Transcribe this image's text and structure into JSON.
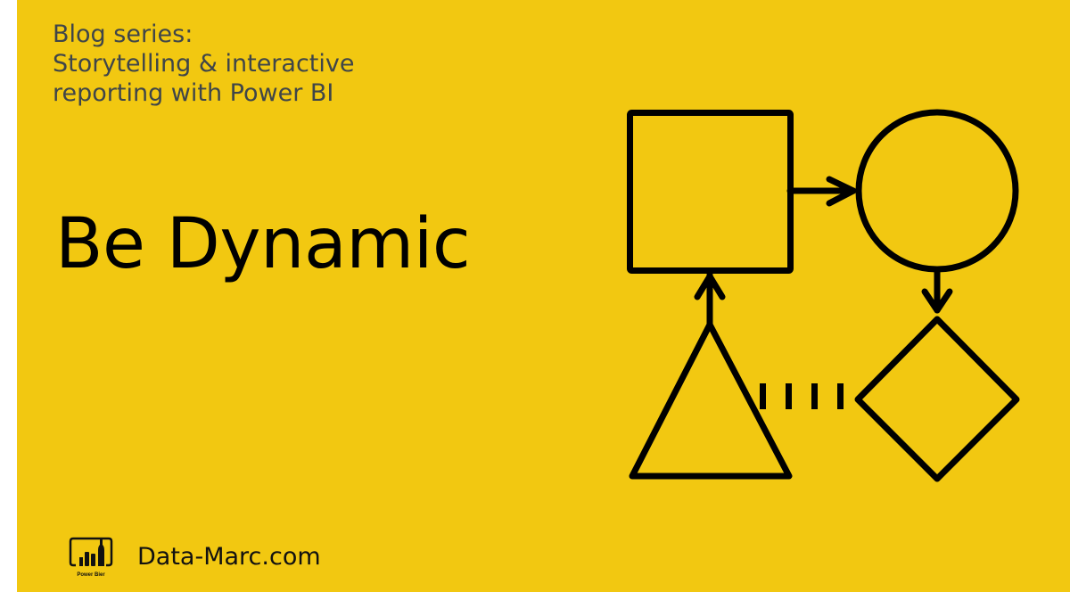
{
  "slide": {
    "background_color": "#F2C811",
    "subtitle_lines": [
      "Blog series:",
      "Storytelling & interactive",
      "reporting with Power BI"
    ],
    "title": "Be Dynamic",
    "diagram": {
      "shapes": [
        "square-icon",
        "circle-icon",
        "diamond-icon",
        "triangle-icon"
      ],
      "connectors": [
        {
          "from": "square",
          "to": "circle",
          "style": "arrow"
        },
        {
          "from": "circle",
          "to": "diamond",
          "style": "arrow"
        },
        {
          "from": "triangle",
          "to": "square",
          "style": "arrow"
        },
        {
          "from": "triangle",
          "to": "diamond",
          "style": "dashed"
        }
      ]
    },
    "footer": {
      "logo_caption": "Power Bier",
      "site": "Data-Marc.com"
    }
  }
}
